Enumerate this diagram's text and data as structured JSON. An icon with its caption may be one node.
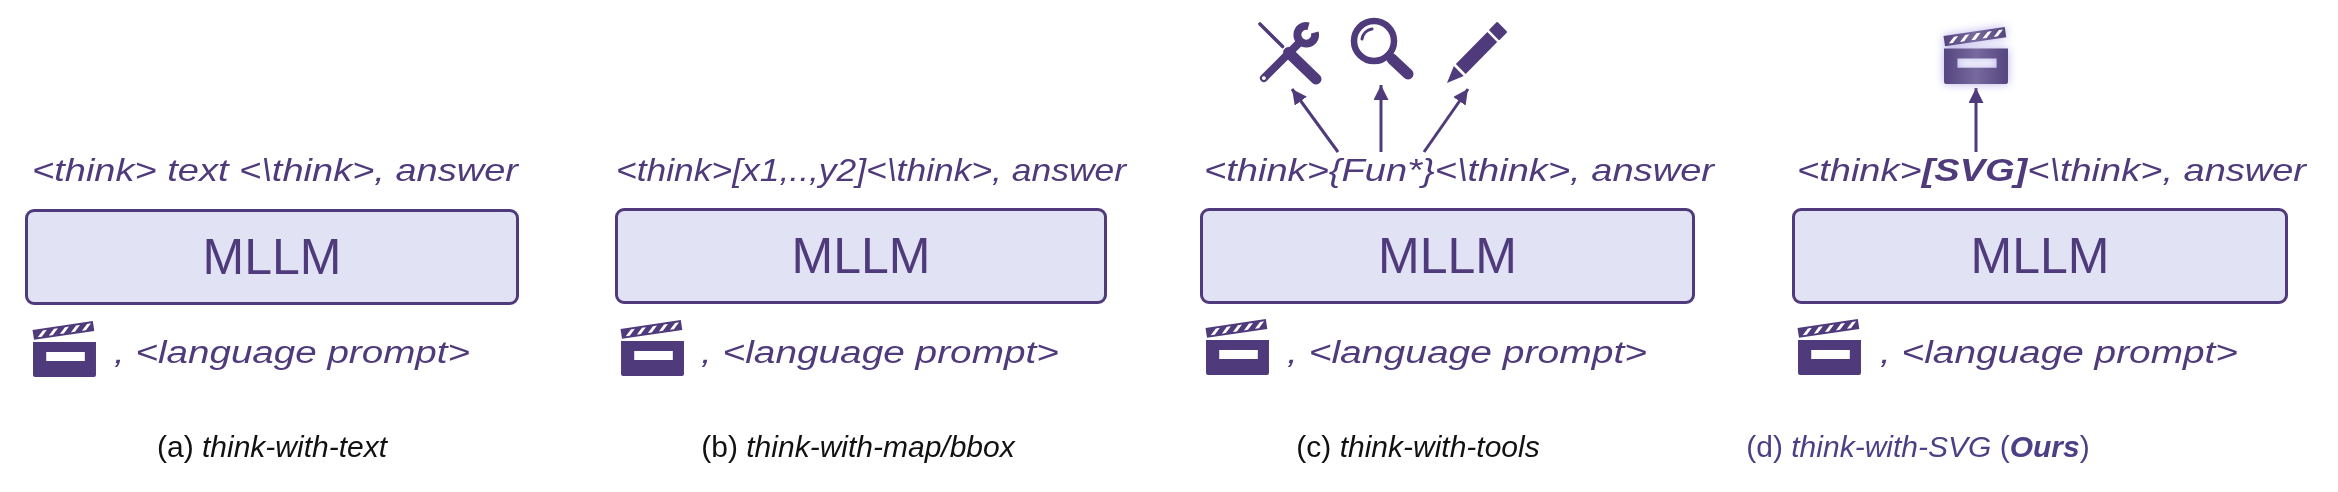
{
  "diagram": {
    "nodes": [
      {
        "text": [
          "MLLM"
        ]
      },
      {
        "text": [
          "MLLM"
        ]
      },
      {
        "text": [],
        "shape": "picture"
      },
      {
        "text": [],
        "shape": "picture"
      },
      {
        "text": [],
        "shape": "picture"
      },
      {
        "text": [
          "<think>{Fun*}<\\think>, answer"
        ]
      },
      {
        "text": [
          "MLLM"
        ]
      },
      {
        "text": [],
        "shape": "picture"
      },
      {
        "text": [
          "<think>**[SVG]**<\\think>, answer"
        ]
      },
      {
        "text": [
          "MLLM"
        ]
      }
    ],
    "edges": [
      {
        "from": 5,
        "to": 2,
        "arrow": "to"
      },
      {
        "from": 5,
        "to": 3,
        "arrow": "to"
      },
      {
        "from": 5,
        "to": 4,
        "arrow": "to"
      },
      {
        "from": 8,
        "to": 7,
        "arrow": "to"
      }
    ],
    "labels": [
      "<think> text <\\think>, answer",
      ", <language prompt>",
      "(a) *think-with-text*",
      "<think>[x1,..,y2]<\\think>, answer",
      ", <language prompt>",
      "(b) *think-with-map/bbox*",
      ", <language prompt>",
      "(c) *think-with-tools*",
      ", <language prompt>",
      "(d) *think-with-SVG* (**Ours**)"
    ]
  }
}
